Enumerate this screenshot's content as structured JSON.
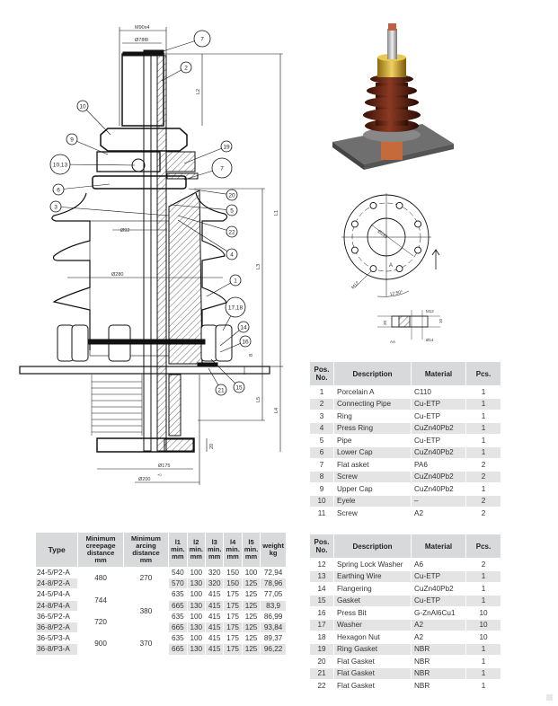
{
  "drawing": {
    "callouts": [
      "7",
      "2",
      "10",
      "9",
      "10,13",
      "6",
      "3",
      "19",
      "7",
      "20",
      "5",
      "22",
      "4",
      "1",
      "17,18",
      "14",
      "16",
      "21",
      "15"
    ],
    "dims": {
      "m90": "M90x4",
      "d78": "Ø78f8",
      "l1": "L1",
      "l2": "L2",
      "l3": "L3",
      "l4": "L4",
      "l5": "L5",
      "d92": "Ø92",
      "d280": "Ø280",
      "d175": "Ø175",
      "d200": "Ø200",
      "tol": "+0",
      "d20": "20",
      "d8": "8"
    },
    "flange_view": {
      "d235": "Ø235",
      "m12": "M12",
      "angle": "12,50°",
      "a": "A",
      "aa": "AA",
      "m12b": "M12",
      "d14": "Ø14",
      "h10": "10",
      "h20": "20"
    }
  },
  "parts_table_1": {
    "headers": {
      "pos": "Pos. No.",
      "desc": "Description",
      "material": "Material",
      "pcs": "Pcs."
    },
    "rows": [
      {
        "pos": "1",
        "desc": "Porcelain A",
        "material": "C110",
        "pcs": "1"
      },
      {
        "pos": "2",
        "desc": "Connecting Pipe",
        "material": "Cu-ETP",
        "pcs": "1"
      },
      {
        "pos": "3",
        "desc": "Ring",
        "material": "Cu-ETP",
        "pcs": "1"
      },
      {
        "pos": "4",
        "desc": "Press Ring",
        "material": "CuZn40Pb2",
        "pcs": "1"
      },
      {
        "pos": "5",
        "desc": "Pipe",
        "material": "Cu-ETP",
        "pcs": "1"
      },
      {
        "pos": "6",
        "desc": "Lower Cap",
        "material": "CuZn40Pb2",
        "pcs": "1"
      },
      {
        "pos": "7",
        "desc": "Flat    asket",
        "material": "PA6",
        "pcs": "2"
      },
      {
        "pos": "8",
        "desc": "Screw",
        "material": "CuZn40Pb2",
        "pcs": "2"
      },
      {
        "pos": "9",
        "desc": "Upper Cap",
        "material": "CuZn40Pb2",
        "pcs": "1"
      },
      {
        "pos": "10",
        "desc": "Eyele",
        "material": "–",
        "pcs": "2"
      },
      {
        "pos": "11",
        "desc": "Screw",
        "material": "A2",
        "pcs": "2"
      }
    ]
  },
  "parts_table_2": {
    "headers": {
      "pos": "Pos. No.",
      "desc": "Description",
      "material": "Material",
      "pcs": "Pcs."
    },
    "rows": [
      {
        "pos": "12",
        "desc": "Spring Lock Washer",
        "material": "A6",
        "pcs": "2"
      },
      {
        "pos": "13",
        "desc": "Earthing Wire",
        "material": "Cu-ETP",
        "pcs": "1"
      },
      {
        "pos": "14",
        "desc": "Flangering",
        "material": "CuZn40Pb2",
        "pcs": "1"
      },
      {
        "pos": "15",
        "desc": "Gasket",
        "material": "Cu-ETP",
        "pcs": "1"
      },
      {
        "pos": "16",
        "desc": "Press Bit",
        "material": "G-ZnAl6Cu1",
        "pcs": "10"
      },
      {
        "pos": "17",
        "desc": "Washer",
        "material": "A2",
        "pcs": "10"
      },
      {
        "pos": "18",
        "desc": "Hexagon Nut",
        "material": "A2",
        "pcs": "10"
      },
      {
        "pos": "19",
        "desc": "Ring Gasket",
        "material": "NBR",
        "pcs": "1"
      },
      {
        "pos": "20",
        "desc": "Flat Gasket",
        "material": "NBR",
        "pcs": "1"
      },
      {
        "pos": "21",
        "desc": "Flat Gasket",
        "material": "NBR",
        "pcs": "1"
      },
      {
        "pos": "22",
        "desc": "Flat Gasket",
        "material": "NBR",
        "pcs": "1"
      }
    ]
  },
  "type_table": {
    "headers": {
      "type": "Type",
      "creepage": "Minimum creepage distance mm",
      "arcing": "Minimum arcing distance mm",
      "l1": "l1 min. mm",
      "l2": "l2 min. mm",
      "l3": "l3 min. mm",
      "l4": "l4 min. mm",
      "l5": "l5 min. mm",
      "weight": "weight kg"
    },
    "creepage": [
      "480",
      "744",
      "720",
      "900"
    ],
    "arcing": [
      "270",
      "380",
      "370"
    ],
    "rows": [
      {
        "type": "24-5/P2-A",
        "l1": "540",
        "l2": "100",
        "l3": "320",
        "l4": "150",
        "l5": "100",
        "weight": "72,94"
      },
      {
        "type": "24-8/P2-A",
        "l1": "570",
        "l2": "130",
        "l3": "320",
        "l4": "150",
        "l5": "125",
        "weight": "78,96"
      },
      {
        "type": "24-5/P4-A",
        "l1": "635",
        "l2": "100",
        "l3": "415",
        "l4": "175",
        "l5": "125",
        "weight": "77,05"
      },
      {
        "type": "24-8/P4-A",
        "l1": "665",
        "l2": "130",
        "l3": "415",
        "l4": "175",
        "l5": "125",
        "weight": "83,9"
      },
      {
        "type": "36-5/P2-A",
        "l1": "635",
        "l2": "100",
        "l3": "415",
        "l4": "175",
        "l5": "125",
        "weight": "86,99"
      },
      {
        "type": "36-8/P2-A",
        "l1": "665",
        "l2": "130",
        "l3": "415",
        "l4": "175",
        "l5": "125",
        "weight": "93,84"
      },
      {
        "type": "36-5/P3-A",
        "l1": "635",
        "l2": "100",
        "l3": "415",
        "l4": "175",
        "l5": "125",
        "weight": "89,37"
      },
      {
        "type": "36-8/P3-A",
        "l1": "665",
        "l2": "130",
        "l3": "415",
        "l4": "175",
        "l5": "125",
        "weight": "96,22"
      }
    ]
  }
}
